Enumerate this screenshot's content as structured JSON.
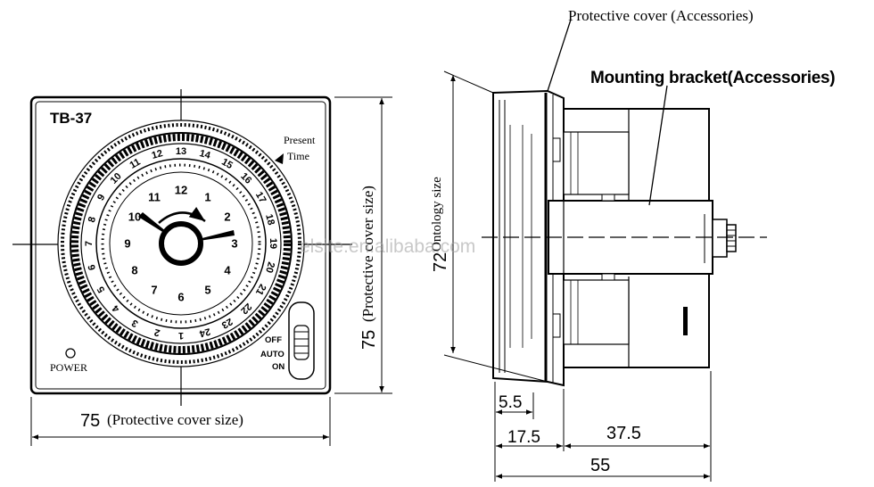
{
  "front": {
    "model": "TB-37",
    "present_time_line1": "Present",
    "present_time_line2": "Time",
    "power_label": "POWER",
    "switch_off": "OFF",
    "switch_auto": "AUTO",
    "switch_on": "ON",
    "width_value": "75",
    "width_note": "(Protective cover size)",
    "height_value": "75",
    "height_note": "(Protective cover size)",
    "outer_ring_numbers": [
      "13",
      "14",
      "15",
      "16",
      "17",
      "18",
      "19",
      "20",
      "21",
      "22",
      "23",
      "24",
      "1",
      "2",
      "3",
      "4",
      "5",
      "6",
      "7",
      "8",
      "9",
      "10",
      "11",
      "12"
    ],
    "inner_dial_numbers": [
      "12",
      "1",
      "2",
      "3",
      "4",
      "5",
      "6",
      "7",
      "8",
      "9",
      "10",
      "11"
    ]
  },
  "side": {
    "cover_label": "Protective cover (Accessories)",
    "bracket_label": "Mounting bracket(Accessories)",
    "height_value": "72",
    "height_note": "Ontology size",
    "dim_a": "5.5",
    "dim_b": "17.5",
    "dim_c": "37.5",
    "dim_total": "55"
  },
  "watermark": "elsite.en.alibaba.com"
}
